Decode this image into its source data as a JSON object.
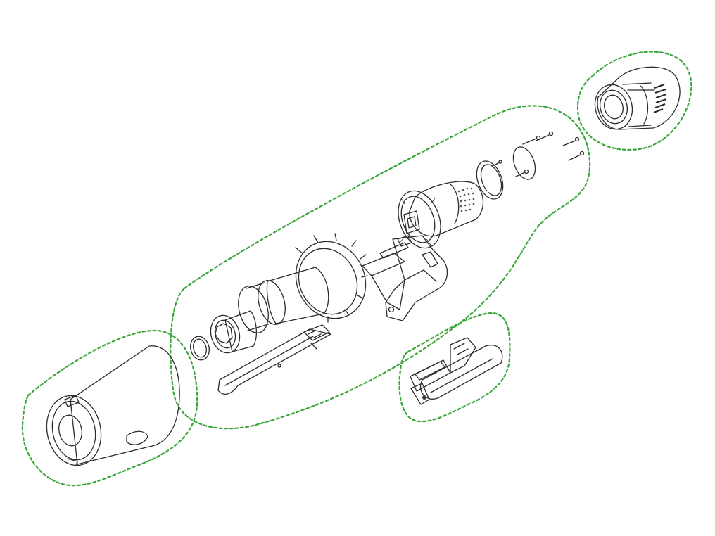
{
  "diagram": {
    "type": "exploded-view",
    "groups": [
      {
        "id": "main-body-group",
        "parts": [
          "cyclone-assembly",
          "bin-seal-ring",
          "bin-lid",
          "motor-head",
          "handle-frame",
          "post-filter-grille",
          "rear-cap",
          "screws"
        ]
      },
      {
        "id": "dust-bin-group",
        "parts": [
          "dust-bin"
        ]
      },
      {
        "id": "filter-group",
        "parts": [
          "filter-cartridge"
        ]
      },
      {
        "id": "battery-group",
        "parts": [
          "battery-pack"
        ]
      }
    ]
  },
  "colors": {
    "group_outline": "#3aa63a",
    "line_art": "#2b2b2b",
    "part_fill": "#ffffff",
    "mesh_fill": "#e9e9e9",
    "dark_fill": "#3a3a3a"
  }
}
